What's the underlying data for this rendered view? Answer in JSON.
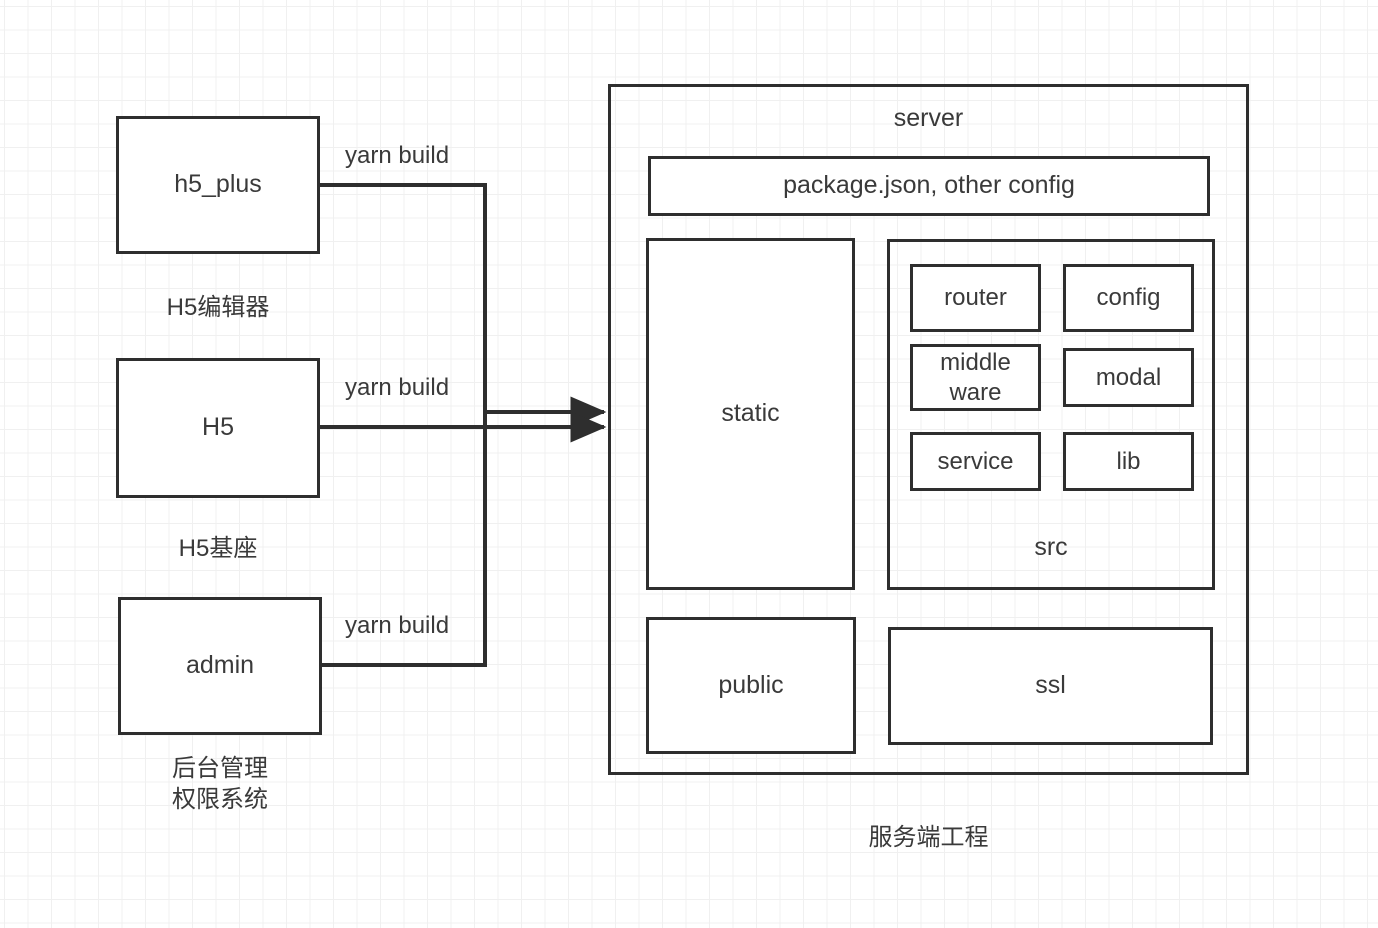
{
  "diagram": {
    "title_caption": "服务端工程",
    "stroke_color": "#2e2e2e",
    "text_color": "#3a3a3a",
    "grid_color": "#f0f0f0",
    "background": "#ffffff"
  },
  "sources": [
    {
      "id": "h5_plus",
      "label": "h5_plus",
      "caption": "H5编辑器",
      "edge_label": "yarn build"
    },
    {
      "id": "h5",
      "label": "H5",
      "caption": "H5基座",
      "edge_label": "yarn build"
    },
    {
      "id": "admin",
      "label": "admin",
      "caption": "后台管理\n权限系统",
      "edge_label": "yarn build"
    }
  ],
  "server": {
    "title": "server",
    "caption": "服务端工程",
    "config_box": "package.json, other config",
    "static_box": "static",
    "public_box": "public",
    "ssl_box": "ssl",
    "src": {
      "label": "src",
      "items": [
        "router",
        "config",
        "middle\nware",
        "modal",
        "service",
        "lib"
      ]
    }
  }
}
